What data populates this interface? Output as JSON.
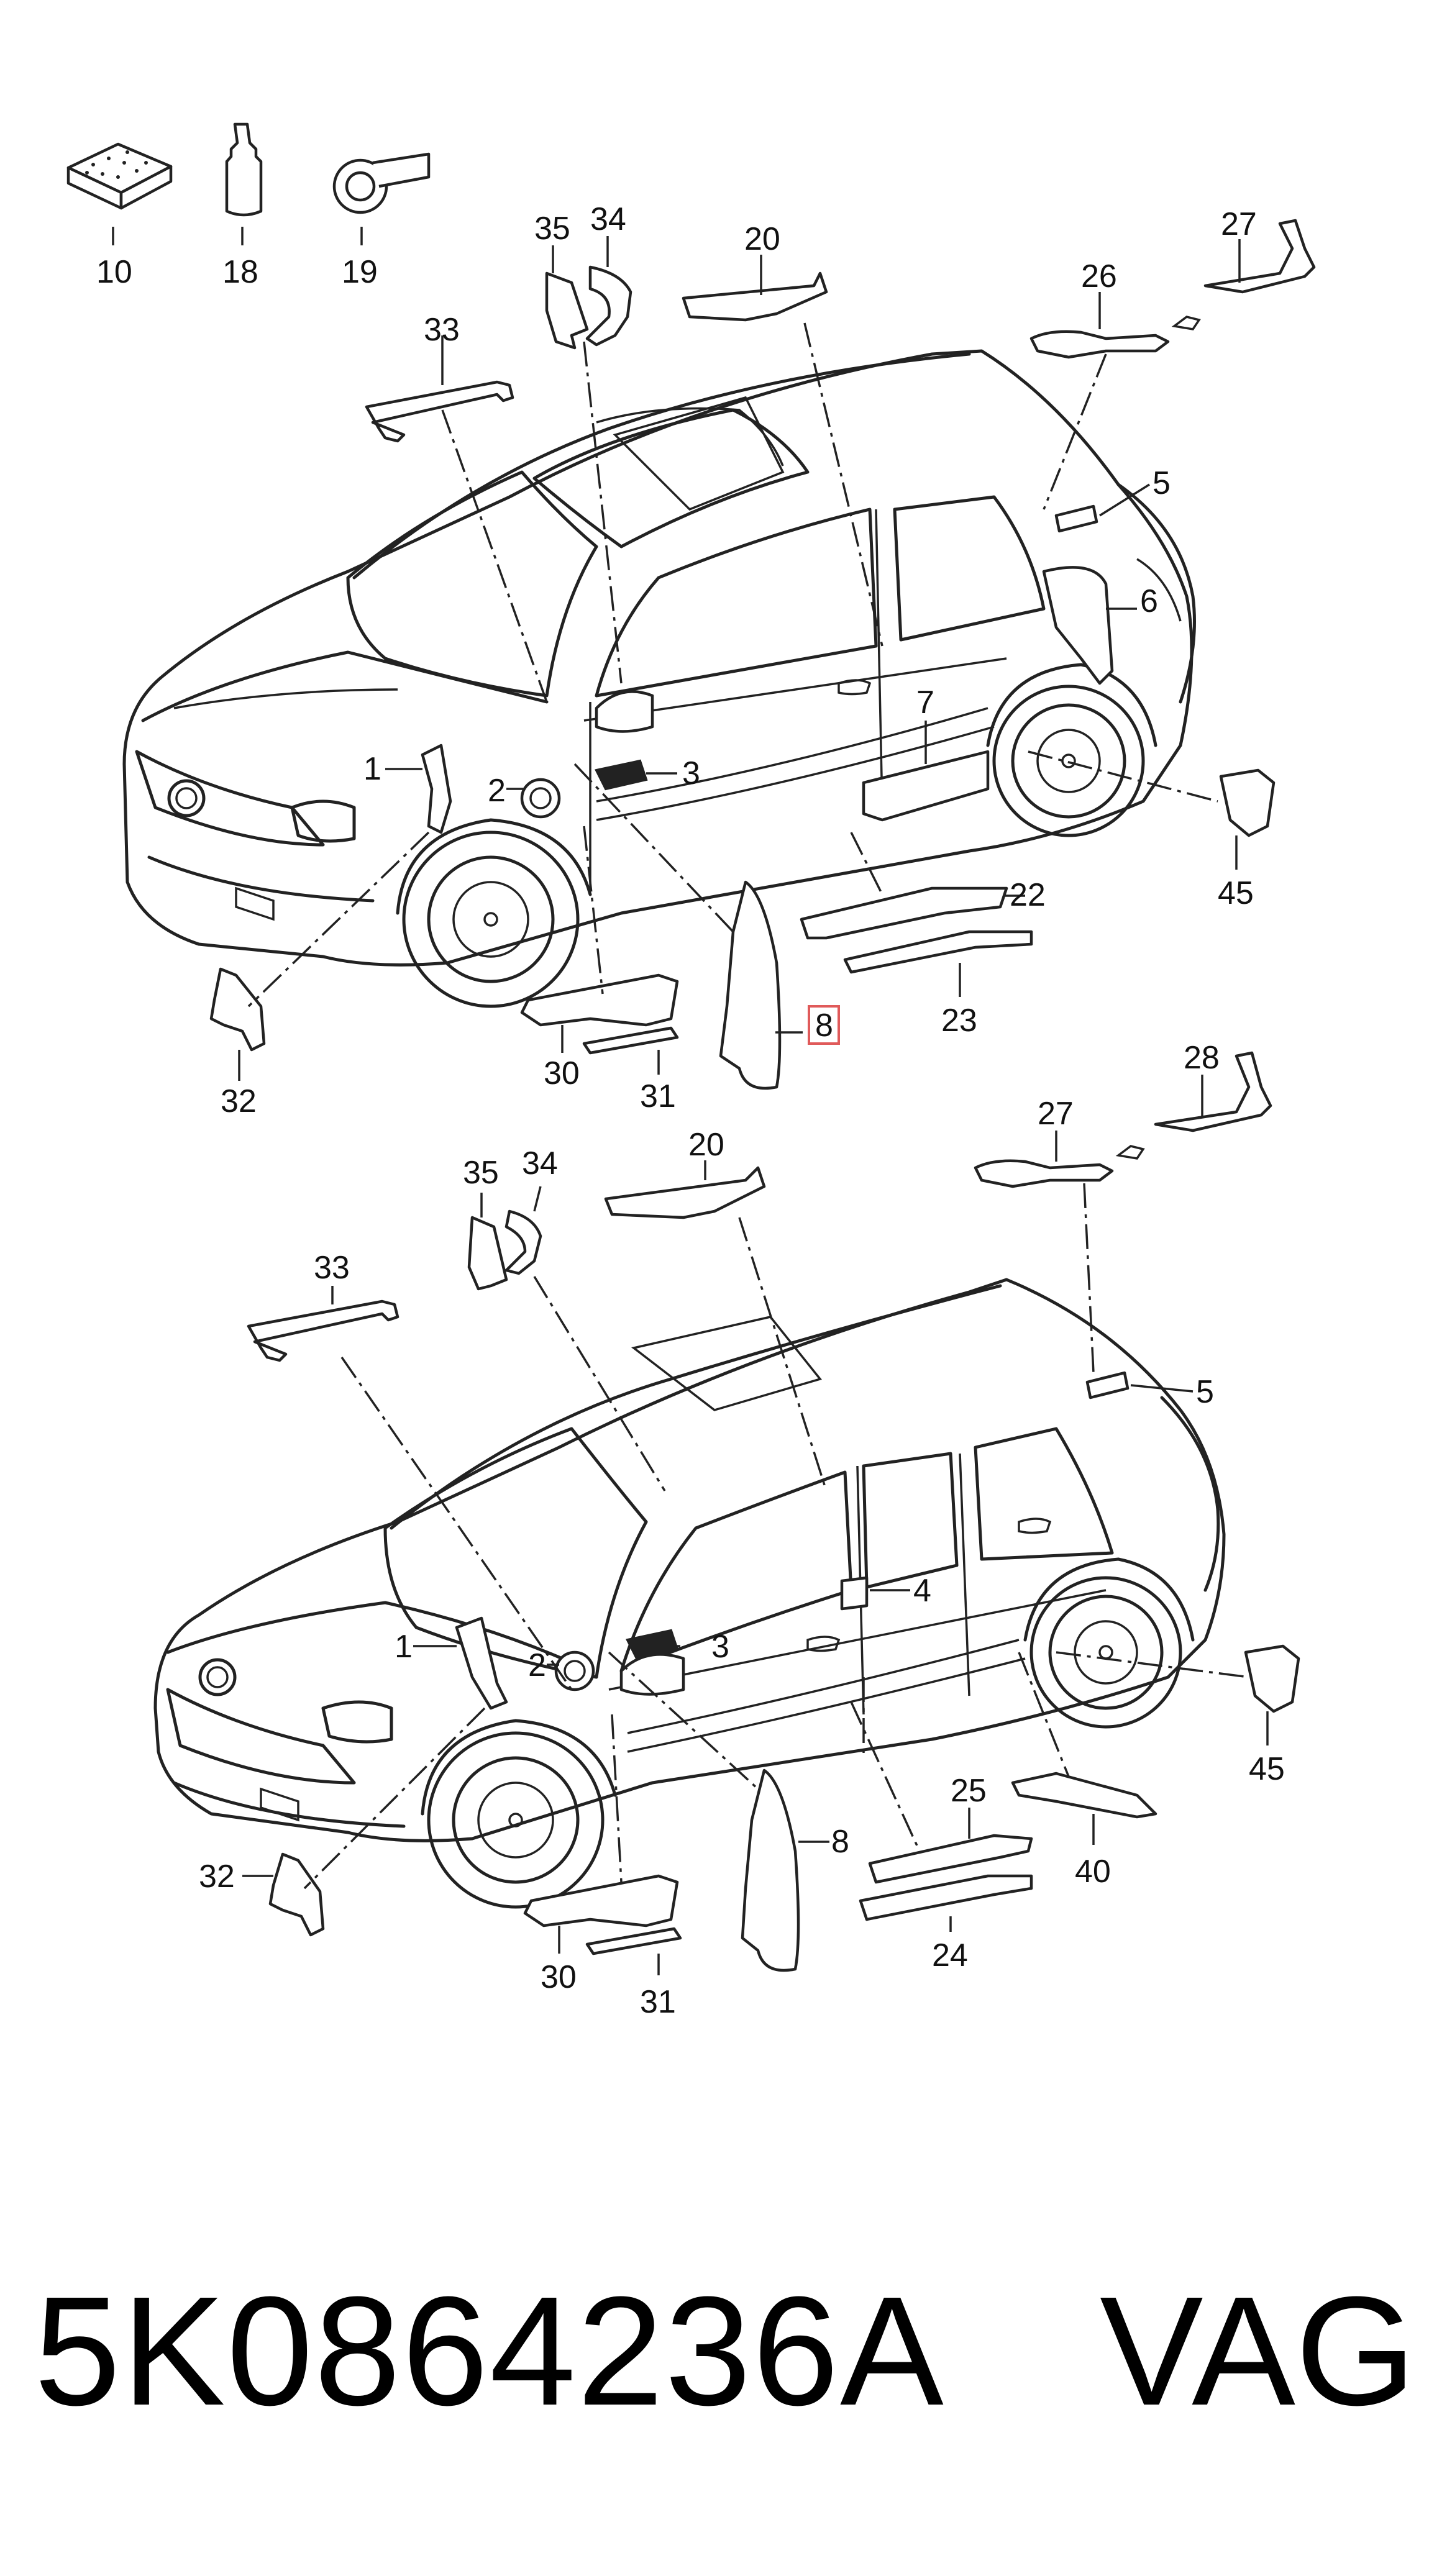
{
  "callouts": {
    "top": [
      "10",
      "18",
      "19",
      "35",
      "34",
      "20",
      "27",
      "26",
      "33",
      "5",
      "6",
      "7",
      "1",
      "2",
      "3",
      "45",
      "22",
      "8",
      "23",
      "32",
      "30",
      "31"
    ],
    "bottom": [
      "35",
      "34",
      "20",
      "28",
      "27",
      "33",
      "5",
      "4",
      "1",
      "2",
      "3",
      "45",
      "25",
      "8",
      "40",
      "32",
      "24",
      "30",
      "31"
    ]
  },
  "highlighted_callout": "8",
  "part_number": "5K0864236A",
  "brand": "VAG",
  "colors": {
    "line": "#222222",
    "highlight_box": "#e05a5a",
    "background": "#ffffff"
  }
}
